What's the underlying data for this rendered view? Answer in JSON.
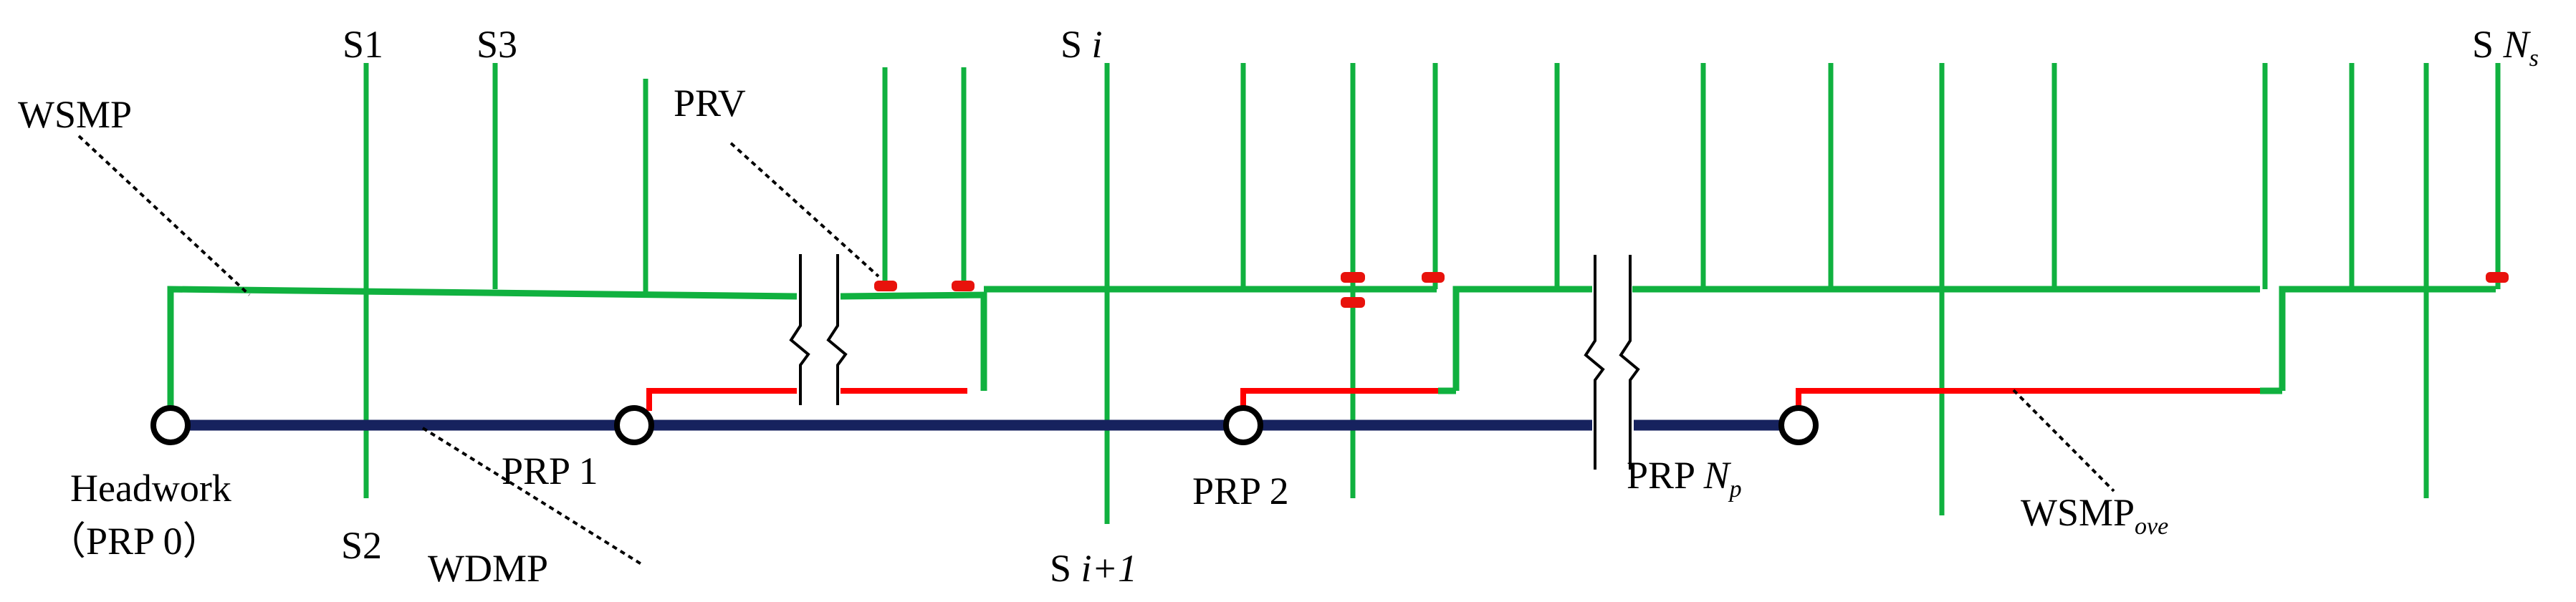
{
  "labels": {
    "wsmp": "WSMP",
    "prv": "PRV",
    "wdmp": "WDMP",
    "headwork": "Headwork",
    "prp0": "（PRP 0）",
    "prp1": "PRP 1",
    "prp2": "PRP 2",
    "prp_np_main": "PRP ",
    "prp_np_var": "N",
    "prp_np_sub": "p",
    "s1": "S1",
    "s2": "S2",
    "s3": "S3",
    "si_main": "S ",
    "si_var": "i",
    "si1_main": "S ",
    "si1_var": "i+1",
    "sns_main": "S ",
    "sns_var": "N",
    "sns_sub": "s",
    "wsmp_ove_main": "WSMP",
    "wsmp_ove_sub": "ove"
  },
  "colors": {
    "supply_pipe": "#10b13f",
    "distribution_pipe": "#16225e",
    "connector_pipe": "#ff0000",
    "prv": "#e8120c"
  }
}
